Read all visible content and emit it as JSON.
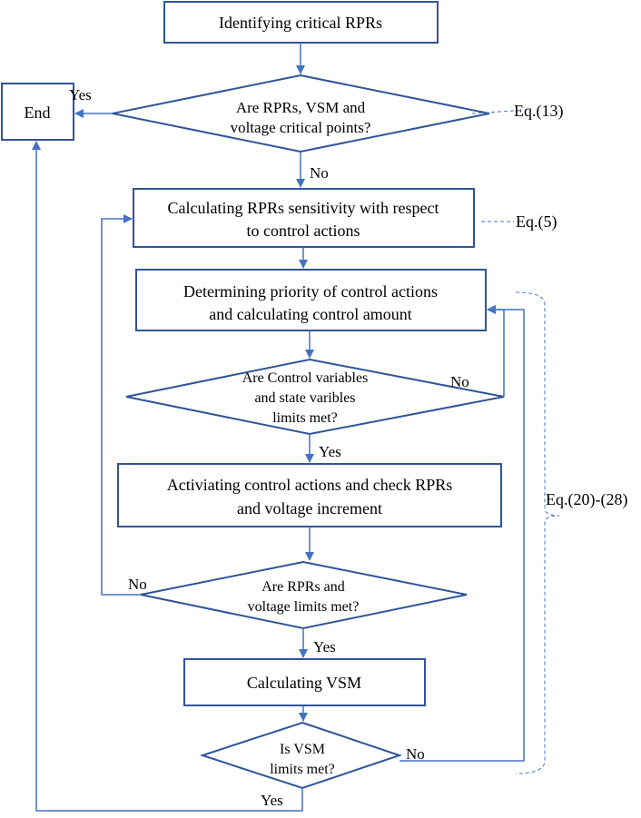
{
  "nodes": {
    "identify": "Identifying  critical RPRs",
    "end": "End",
    "check_critical": [
      "Are RPRs, VSM and",
      "voltage critical points?"
    ],
    "calc_sensitivity": [
      "Calculating RPRs sensitivity with respect",
      "to control actions"
    ],
    "determine_priority": [
      "Determining priority of control actions",
      "and calculating control amount"
    ],
    "check_limits": [
      "Are Control variables",
      "and state varibles",
      "limits met?"
    ],
    "activate": [
      "Activiating control actions and check RPRs",
      "and voltage increment"
    ],
    "check_rpr_limits": [
      "Are RPRs and",
      "voltage limits met?"
    ],
    "calc_vsm": "Calculating VSM",
    "check_vsm": [
      "Is VSM",
      "limits met?"
    ]
  },
  "edge_labels": {
    "yes_to_end": "Yes",
    "no_to_sensitivity": "No",
    "no_limits_loop": "No",
    "yes_to_activate": "Yes",
    "no_rpr_loop": "No",
    "yes_to_vsm": "Yes",
    "no_vsm_loop": "No",
    "yes_vsm_to_end": "Yes"
  },
  "equations": {
    "eq13": "Eq.(13)",
    "eq5": "Eq.(5)",
    "eq20_28": "Eq.(20)-(28)"
  },
  "colors": {
    "box_border": "#2f5597",
    "arrow": "#4472c4"
  }
}
